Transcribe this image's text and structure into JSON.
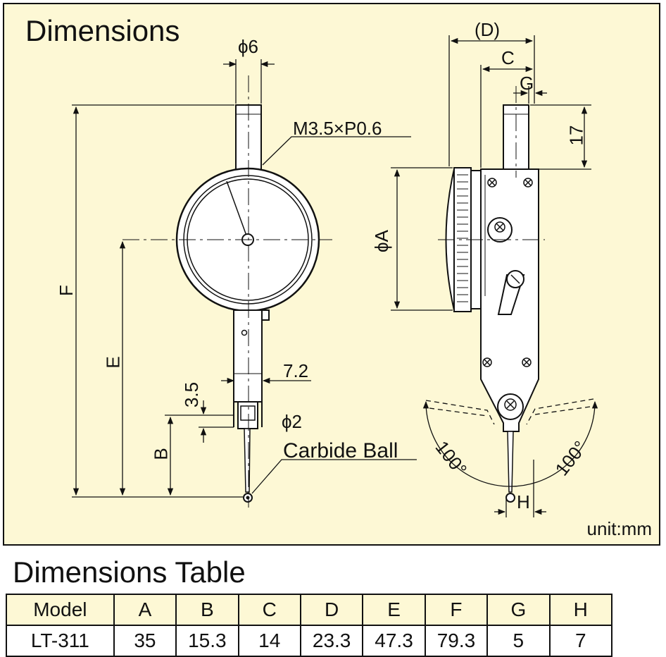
{
  "drawing": {
    "title": "Dimensions",
    "unit": "unit:mm",
    "labels": {
      "phi6": "ϕ6",
      "thread": "M3.5×P0.6",
      "F": "F",
      "E": "E",
      "B": "B",
      "d35": "3.5",
      "d72": "7.2",
      "phi2": "ϕ2",
      "carbide": "Carbide Ball",
      "D": "(D)",
      "C": "C",
      "G": "G",
      "d17": "17",
      "phiA": "ϕA",
      "angle_left": "100°",
      "angle_right": "100°",
      "H": "H"
    }
  },
  "table": {
    "title": "Dimensions Table",
    "headers": [
      "Model",
      "A",
      "B",
      "C",
      "D",
      "E",
      "F",
      "G",
      "H"
    ],
    "rows": [
      [
        "LT-311",
        "35",
        "15.3",
        "14",
        "23.3",
        "47.3",
        "79.3",
        "5",
        "7"
      ]
    ]
  },
  "colors": {
    "panel_background": "#fdf8d5",
    "line": "#111111"
  }
}
